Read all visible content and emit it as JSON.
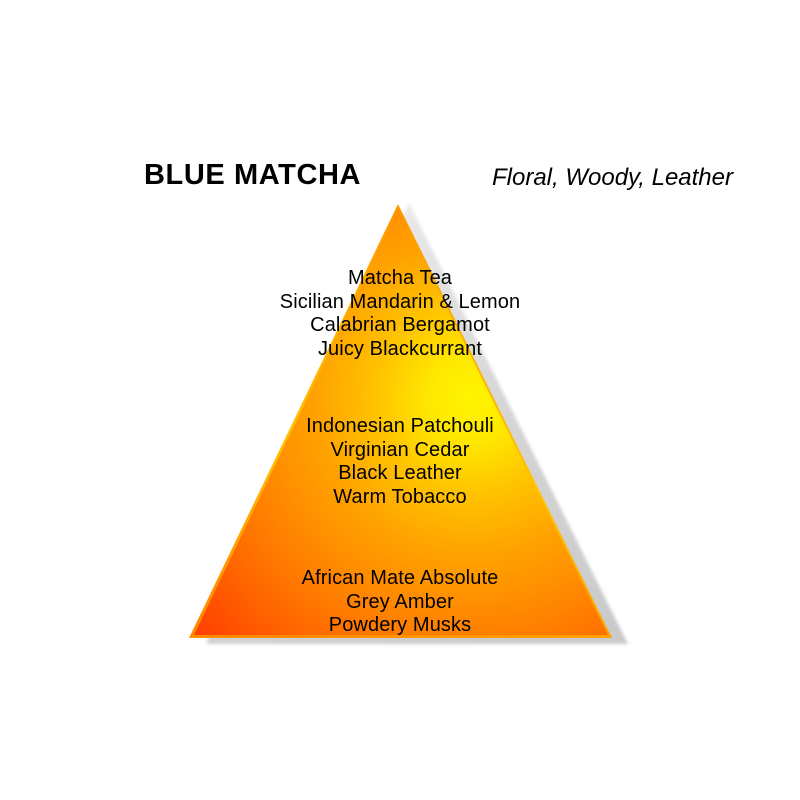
{
  "header": {
    "title": "BLUE MATCHA",
    "subtitle": "Floral, Woody, Leather"
  },
  "pyramid": {
    "shape": "triangle",
    "shadow_color": "#d3d3d3",
    "gradient": {
      "highlight": "#fff000",
      "mid": "#ffb400",
      "low": "#ff7800",
      "deep": "#fa2800"
    },
    "levels": [
      {
        "name": "top-notes",
        "notes": [
          "Matcha Tea",
          "Sicilian Mandarin & Lemon",
          "Calabrian Bergamot",
          "Juicy Blackcurrant"
        ]
      },
      {
        "name": "heart-notes",
        "notes": [
          "Indonesian Patchouli",
          "Virginian Cedar",
          "Black Leather",
          "Warm Tobacco"
        ]
      },
      {
        "name": "base-notes",
        "notes": [
          "African Mate Absolute",
          "Grey Amber",
          "Powdery Musks"
        ]
      }
    ]
  }
}
